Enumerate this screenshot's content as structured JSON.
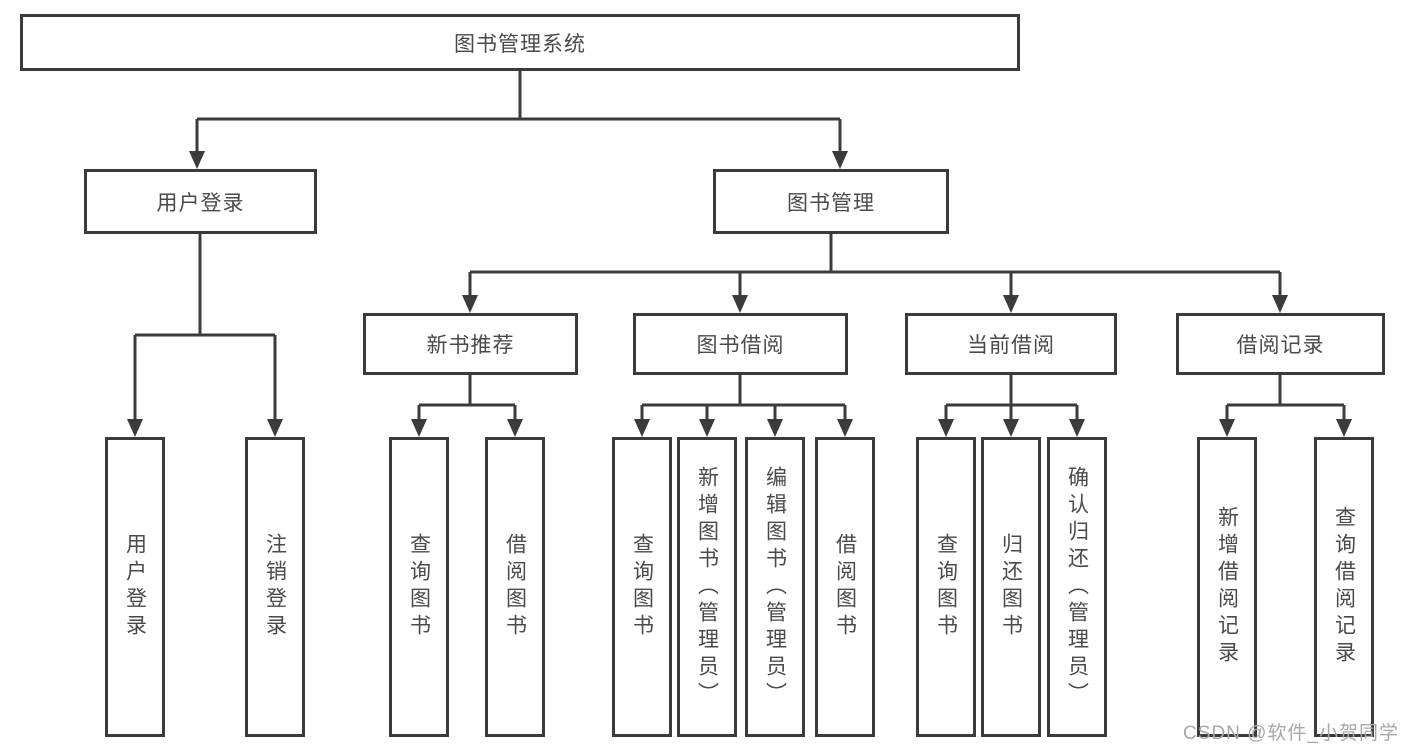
{
  "diagram": {
    "root": "图书管理系统",
    "level2": {
      "user_login": "用户登录",
      "book_management": "图书管理"
    },
    "level3": {
      "new_book_recommend": "新书推荐",
      "book_borrow": "图书借阅",
      "current_borrow": "当前借阅",
      "borrow_records": "借阅记录"
    },
    "leaves": {
      "user_login": "用户登录",
      "logout": "注销登录",
      "rec_query_books": "查询图书",
      "rec_borrow_books": "借阅图书",
      "bb_query_books": "查询图书",
      "bb_add_books": "新增图书（管理员）",
      "bb_edit_books": "编辑图书（管理员）",
      "bb_borrow_books": "借阅图书",
      "cb_query_books": "查询图书",
      "cb_return_books": "归还图书",
      "cb_confirm_return": "确认归还（管理员）",
      "br_add_record": "新增借阅记录",
      "br_query_record": "查询借阅记录"
    }
  },
  "watermark": "CSDN @软件_小贺同学",
  "colors": {
    "line": "#3b3b3b",
    "text": "#4a4a4a",
    "watermark": "#a8a8a8",
    "background": "#ffffff"
  }
}
